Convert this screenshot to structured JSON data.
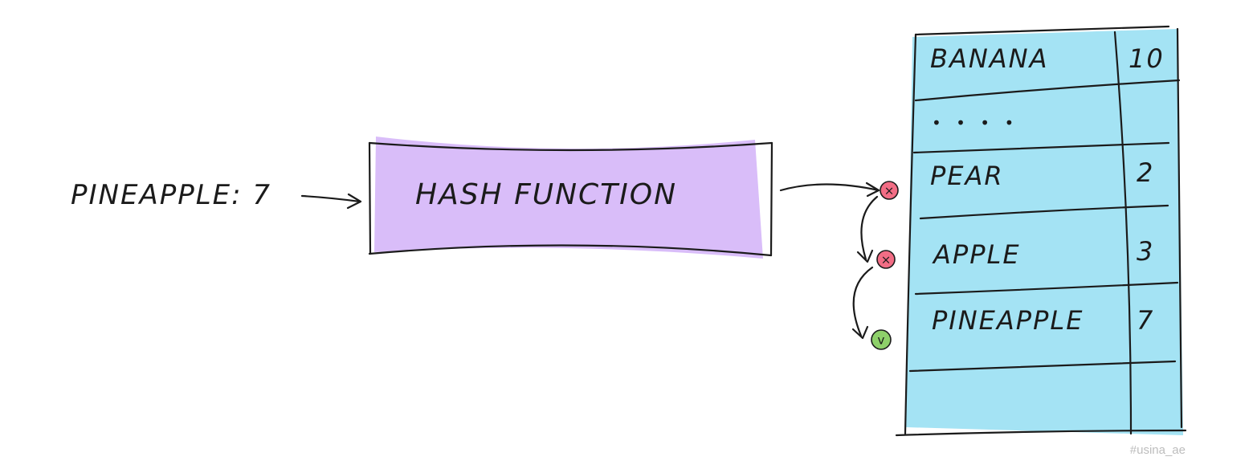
{
  "input_label": "PINEAPPLE: 7",
  "hash_box_label": "HASH FUNCTION",
  "colors": {
    "hash_box_fill": "#d9bdf9",
    "table_fill": "#a4e3f4",
    "collision_marker": "#f26d85",
    "success_marker": "#8ed06a"
  },
  "markers": {
    "collision_1": "×",
    "collision_2": "×",
    "success": "v"
  },
  "table": {
    "rows": [
      {
        "key": "BANANA",
        "value": "10"
      },
      {
        "key": "• • • •",
        "value": ""
      },
      {
        "key": "PEAR",
        "value": "2"
      },
      {
        "key": "APPLE",
        "value": "3"
      },
      {
        "key": "PINEAPPLE",
        "value": "7"
      },
      {
        "key": "",
        "value": ""
      }
    ]
  },
  "watermark": "#usina_ae"
}
